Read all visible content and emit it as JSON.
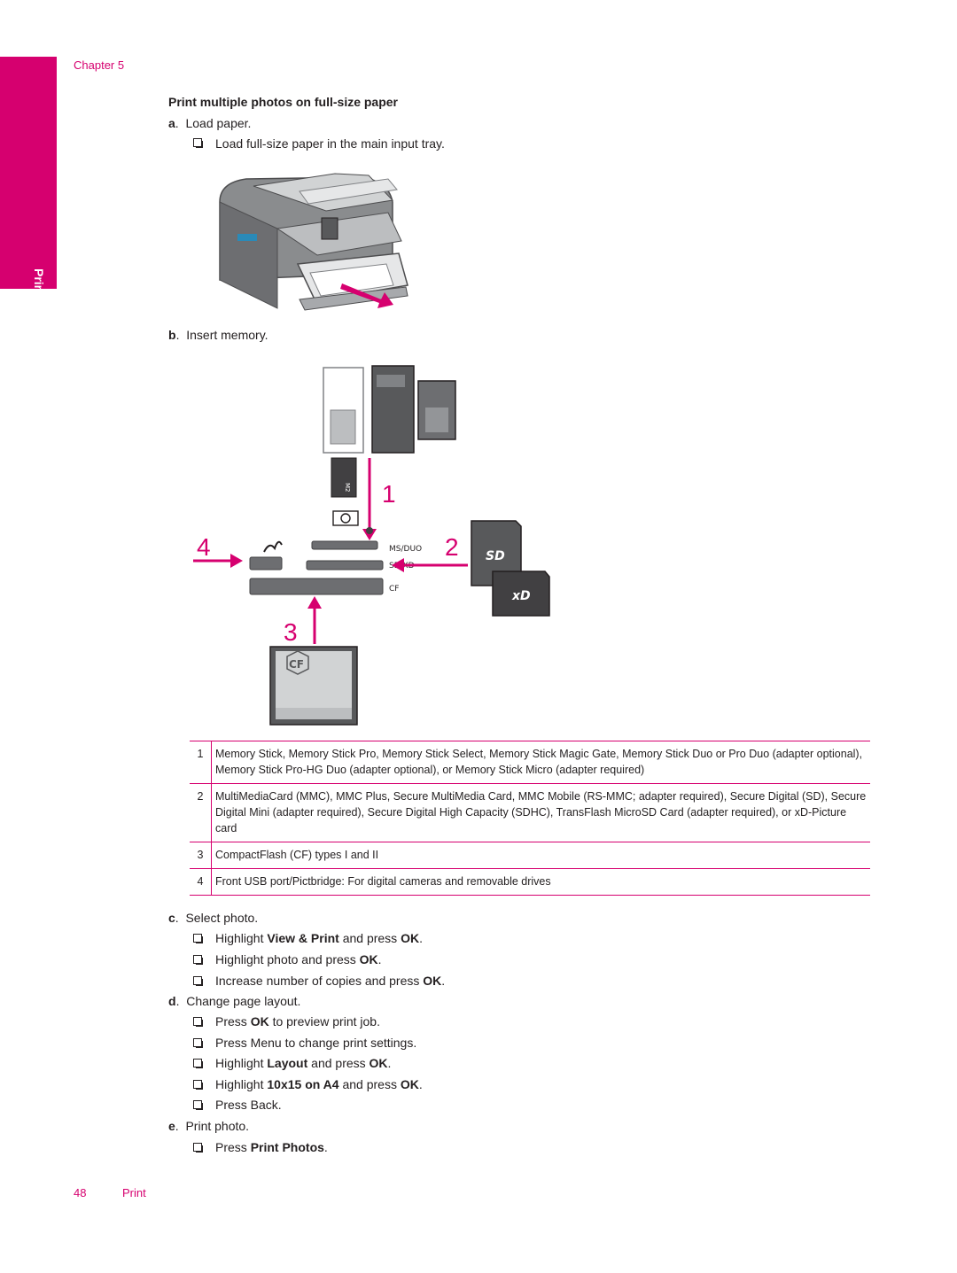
{
  "colors": {
    "accent": "#d6006f",
    "text": "#231f20"
  },
  "side_tab": {
    "label": "Print"
  },
  "header": {
    "chapter": "Chapter 5"
  },
  "section": {
    "title": "Print multiple photos on full-size paper"
  },
  "steps": {
    "a": {
      "letter": "a",
      "text": "Load paper.",
      "sub1": "Load full-size paper in the main input tray."
    },
    "b": {
      "letter": "b",
      "text": "Insert memory."
    },
    "c": {
      "letter": "c",
      "text": "Select photo.",
      "sub1_pre": "Highlight ",
      "sub1_bold": "View & Print",
      "sub1_mid": " and press ",
      "sub1_bold2": "OK",
      "sub1_post": ".",
      "sub2_pre": "Highlight photo and press ",
      "sub2_bold": "OK",
      "sub2_post": ".",
      "sub3_pre": "Increase number of copies and press ",
      "sub3_bold": "OK",
      "sub3_post": "."
    },
    "d": {
      "letter": "d",
      "text": "Change page layout.",
      "sub1_pre": "Press ",
      "sub1_bold": "OK",
      "sub1_post": " to preview print job.",
      "sub2": "Press Menu to change print settings.",
      "sub3_pre": "Highlight ",
      "sub3_bold": "Layout",
      "sub3_mid": " and press ",
      "sub3_bold2": "OK",
      "sub3_post": ".",
      "sub4_pre": "Highlight ",
      "sub4_bold": "10x15 on A4",
      "sub4_mid": " and press ",
      "sub4_bold2": "OK",
      "sub4_post": ".",
      "sub5": "Press Back."
    },
    "e": {
      "letter": "e",
      "text": "Print photo.",
      "sub1_pre": "Press ",
      "sub1_bold": "Print Photos",
      "sub1_post": "."
    }
  },
  "figure": {
    "slot_labels": [
      "MS/DUO",
      "SD-XD",
      "CF"
    ],
    "callouts": [
      "1",
      "2",
      "3",
      "4"
    ],
    "card_logos": {
      "sd": "SD",
      "xd": "xD",
      "cf": "CF",
      "m2": "M2"
    }
  },
  "legend": [
    {
      "num": "1",
      "text": "Memory Stick, Memory Stick Pro, Memory Stick Select, Memory Stick Magic Gate, Memory Stick Duo or Pro Duo (adapter optional), Memory Stick Pro-HG Duo (adapter optional), or Memory Stick Micro (adapter required)"
    },
    {
      "num": "2",
      "text": "MultiMediaCard (MMC), MMC Plus, Secure MultiMedia Card, MMC Mobile (RS-MMC; adapter required), Secure Digital (SD), Secure Digital Mini (adapter required), Secure Digital High Capacity (SDHC), TransFlash MicroSD Card (adapter required), or xD-Picture card"
    },
    {
      "num": "3",
      "text": "CompactFlash (CF) types I and II"
    },
    {
      "num": "4",
      "text": "Front USB port/Pictbridge: For digital cameras and removable drives"
    }
  ],
  "footer": {
    "page_number": "48",
    "label": "Print"
  }
}
